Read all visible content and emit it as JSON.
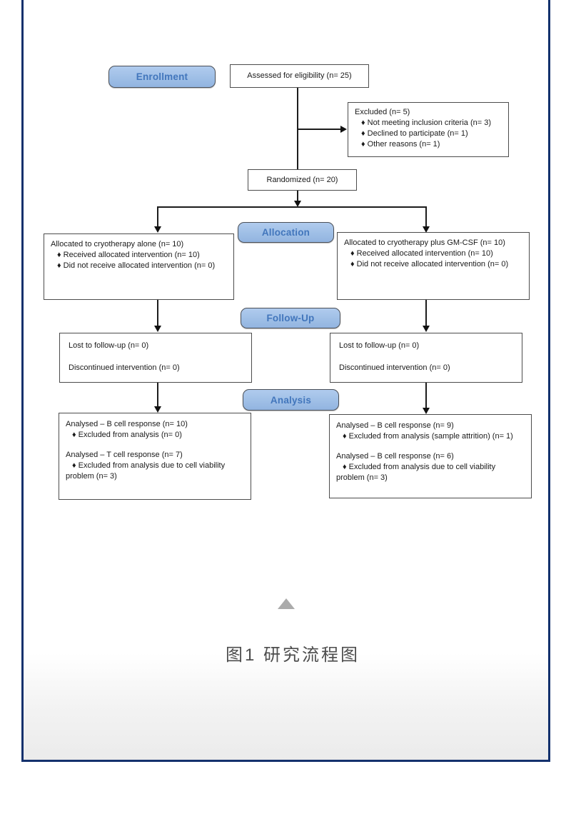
{
  "figure": {
    "caption": "图1 研究流程图",
    "collapse_icon": "up-triangle"
  },
  "colors": {
    "frame_border": "#13316d",
    "badge_fill": "#9fbfe6",
    "badge_text": "#4276bc",
    "box_border": "#4c4c4c",
    "connector": "#1c1c1c",
    "triangle": "#ababab",
    "caption_text": "#4d4d4d",
    "bottom_fade": "#ebebeb"
  },
  "flowchart": {
    "badges": {
      "enrollment": "Enrollment",
      "allocation": "Allocation",
      "followup": "Follow-Up",
      "analysis": "Analysis"
    },
    "assessed": {
      "text": "Assessed for eligibility (n= 25)"
    },
    "excluded": {
      "lines": [
        "Excluded (n= 5)",
        "♦ Not meeting inclusion criteria (n= 3)",
        "♦ Declined to participate (n= 1)",
        "♦ Other reasons (n= 1)"
      ]
    },
    "randomized": {
      "text": "Randomized (n= 20)"
    },
    "alloc_left": {
      "lines": [
        "Allocated to cryotherapy alone (n= 10)",
        "♦ Received allocated intervention (n= 10)",
        "♦ Did not receive allocated intervention (n= 0)"
      ]
    },
    "alloc_right": {
      "lines": [
        "Allocated to cryotherapy plus GM-CSF (n= 10)",
        "♦ Received allocated intervention (n= 10)",
        "♦ Did not receive allocated intervention (n= 0)"
      ]
    },
    "followup_left": {
      "lines": [
        "Lost to follow-up (n= 0)",
        "Discontinued intervention (n= 0)"
      ]
    },
    "followup_right": {
      "lines": [
        "Lost to follow-up (n= 0)",
        "Discontinued intervention (n= 0)"
      ]
    },
    "analysis_left": {
      "lines": [
        "Analysed – B cell response (n= 10)",
        "♦ Excluded from analysis (n= 0)",
        "Analysed – T cell response (n= 7)",
        "♦ Excluded from analysis due to cell viability",
        "problem (n= 3)"
      ]
    },
    "analysis_right": {
      "lines": [
        "Analysed – B cell response (n= 9)",
        "♦ Excluded from analysis (sample attrition) (n= 1)",
        "Analysed – B cell response (n= 6)",
        "♦ Excluded from analysis due to cell viability",
        "problem (n= 3)"
      ]
    }
  }
}
